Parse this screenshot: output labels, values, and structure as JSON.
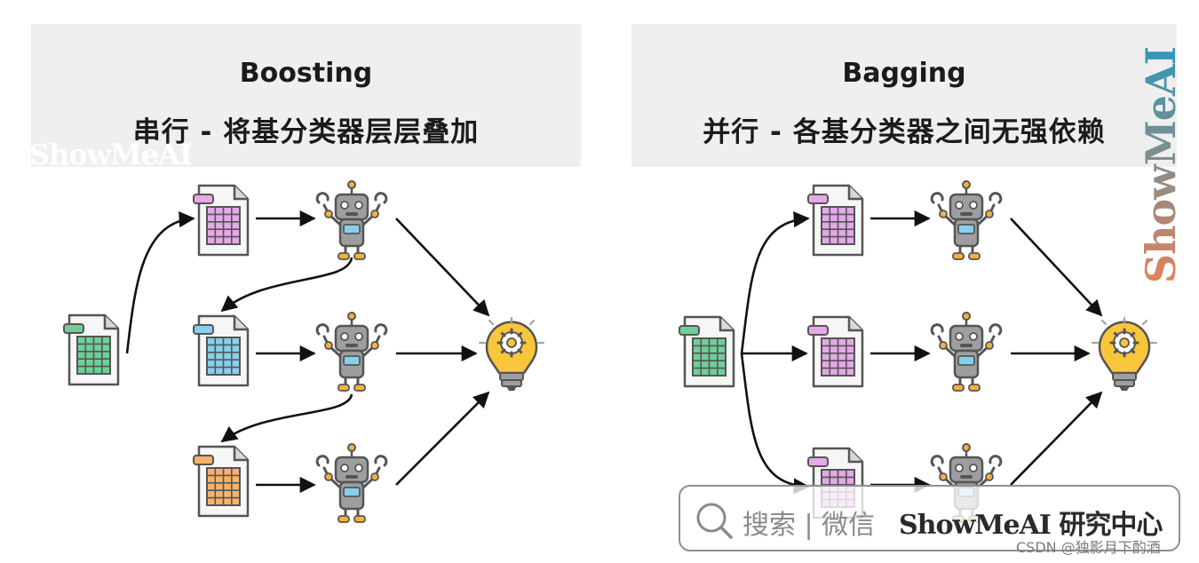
{
  "left_panel": {
    "title": "Boosting",
    "subtitle": "串行 - 将基分类器层层叠加"
  },
  "right_panel": {
    "title": "Bagging",
    "subtitle": "并行 - 各基分类器之间无强依赖"
  },
  "watermark": {
    "text": "ShowMeAI"
  },
  "search_bar": {
    "label": "搜索 | 微信",
    "brand": "ShowMeAI 研究中心"
  },
  "credit": "CSDN @独影月下酌酒",
  "colors": {
    "header_bg": "#efefef",
    "data_green": "#6fcf97",
    "data_pink": "#e5a8e8",
    "data_blue": "#86d0ec",
    "data_orange": "#f6b26b",
    "robot_body": "#9e9e9e",
    "robot_joint": "#f6b03d",
    "bulb": "#f8c53b"
  }
}
